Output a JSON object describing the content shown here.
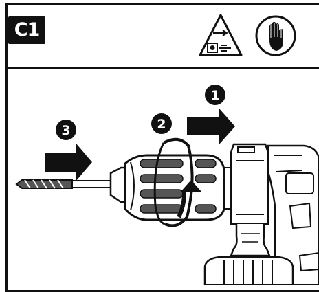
{
  "figure": {
    "label": "C1",
    "steps": [
      "1",
      "2",
      "3"
    ]
  },
  "icons": {
    "warning": "unplug-warning-icon",
    "gloves": "wear-gloves-icon"
  },
  "colors": {
    "ink": "#111111",
    "paper": "#ffffff",
    "shade": "#555555"
  }
}
